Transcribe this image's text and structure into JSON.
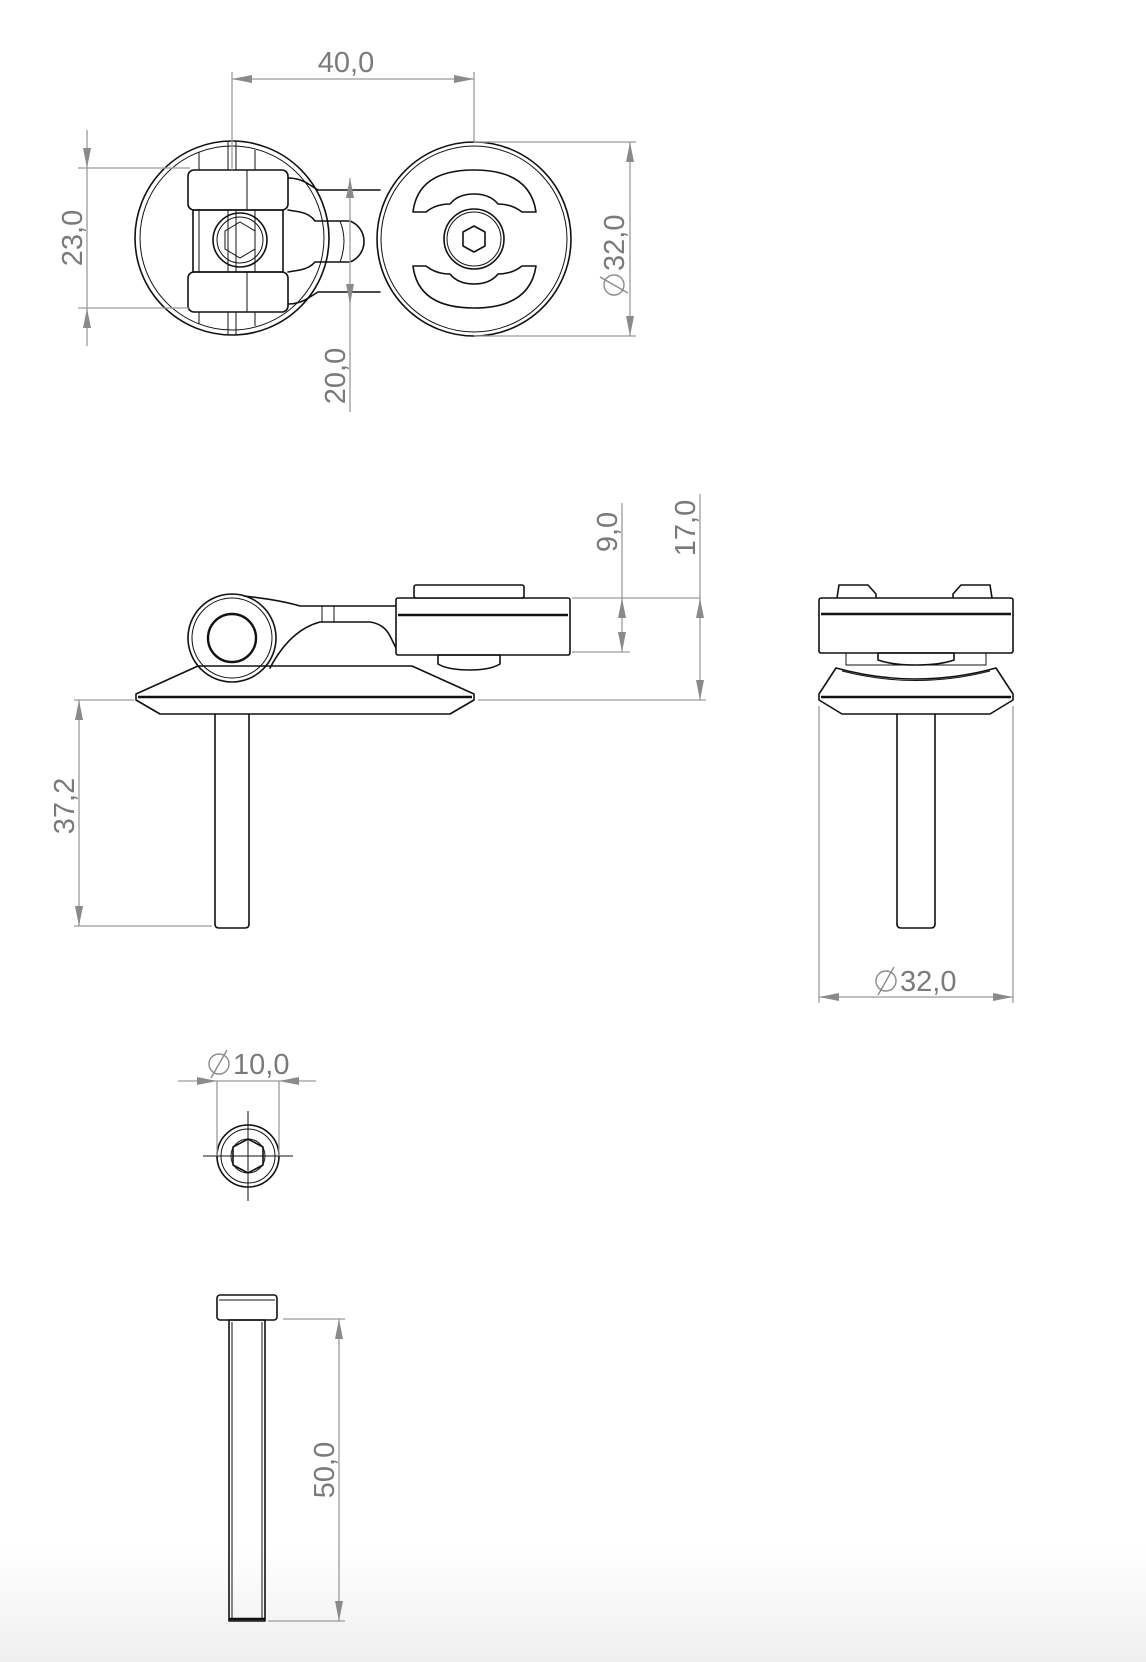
{
  "drawing": {
    "views": {
      "top_view": {
        "dimensions": {
          "center_distance": "40,0",
          "clamp_height": "23,0",
          "arm_width": "20,0",
          "mount_diameter": "32,0"
        }
      },
      "side_view": {
        "dimensions": {
          "mount_thickness": "9,0",
          "total_height": "17,0",
          "bolt_projection": "37,2"
        }
      },
      "front_view": {
        "dimensions": {
          "mount_diameter": "32,0"
        }
      },
      "bolt_head_view": {
        "dimensions": {
          "head_diameter": "10,0"
        }
      },
      "bolt_view": {
        "dimensions": {
          "bolt_length": "50,0"
        }
      }
    },
    "diameter_symbol": "⌀",
    "colors": {
      "part_line": "#111111",
      "dimension_line": "#9a9a9a",
      "dimension_text": "#7a7a7a",
      "background": "#ffffff"
    }
  }
}
